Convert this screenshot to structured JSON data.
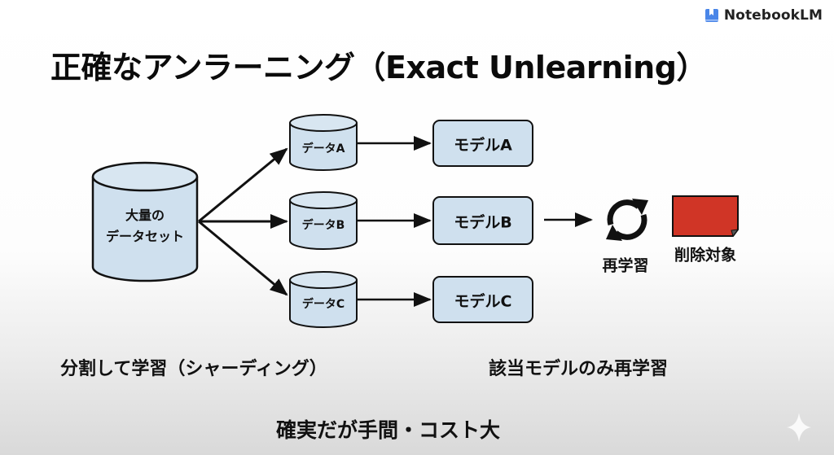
{
  "brand": {
    "name": "NotebookLM",
    "icon": "notebook-icon",
    "accent": "#4a86e8"
  },
  "title": "正確なアンラーニング（Exact Unlearning）",
  "diagram": {
    "source": {
      "label_line1": "大量の",
      "label_line2": "データセット",
      "shape": "cylinder"
    },
    "shards": [
      {
        "label": "データA",
        "shape": "cylinder"
      },
      {
        "label": "データB",
        "shape": "cylinder"
      },
      {
        "label": "データC",
        "shape": "cylinder"
      }
    ],
    "models": [
      {
        "label": "モデルA"
      },
      {
        "label": "モデルB"
      },
      {
        "label": "モデルC"
      }
    ],
    "retrain": {
      "label": "再学習",
      "icon": "refresh-icon"
    },
    "deletion": {
      "label": "削除対象",
      "icon": "red-document-icon",
      "color": "#d03526"
    },
    "node_fill": "#cfe0ee",
    "stroke_color": "#111111"
  },
  "captions": {
    "left": "分割して学習（シャーディング）",
    "right": "該当モデルのみ再学習",
    "bottom": "確実だが手間・コスト大"
  },
  "watermark": {
    "icon": "sparkle-icon"
  }
}
